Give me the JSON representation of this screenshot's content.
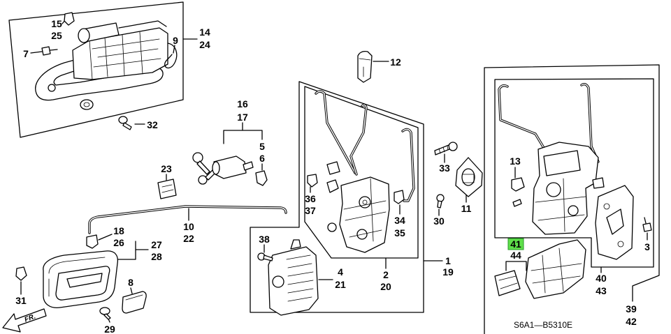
{
  "diagram": {
    "drawing_code": "S6A1—B5310E",
    "direction_label": "FR.",
    "colors": {
      "line": "#000000",
      "background": "#ffffff",
      "highlight": "#5fe04a",
      "highlight_border": "#2a9a2a"
    },
    "callouts": {
      "n1": "1",
      "n2": "2",
      "n3": "3",
      "n4": "4",
      "n5": "5",
      "n6": "6",
      "n7": "7",
      "n8": "8",
      "n9": "9",
      "n10": "10",
      "n11": "11",
      "n12": "12",
      "n13": "13",
      "n14": "14",
      "n15": "15",
      "n16": "16",
      "n17": "17",
      "n18": "18",
      "n19": "19",
      "n20": "20",
      "n21": "21",
      "n22": "22",
      "n23": "23",
      "n24": "24",
      "n25": "25",
      "n26": "26",
      "n27": "27",
      "n28": "28",
      "n29": "29",
      "n30": "30",
      "n31": "31",
      "n32": "32",
      "n33": "33",
      "n34": "34",
      "n35": "35",
      "n36": "36",
      "n37": "37",
      "n38": "38",
      "n39": "39",
      "n40": "40",
      "n41": "41",
      "n42": "42",
      "n43": "43",
      "n44": "44"
    }
  }
}
